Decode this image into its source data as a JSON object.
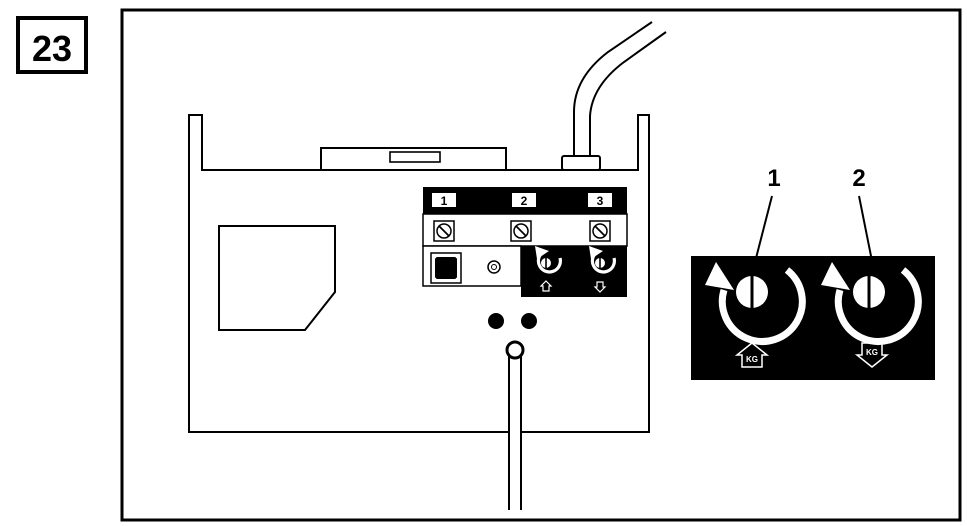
{
  "figure": {
    "number": "23"
  },
  "panel": {
    "slot_labels": [
      "1",
      "2",
      "3"
    ]
  },
  "callouts": {
    "label_1": "1",
    "label_2": "2",
    "weight_text": "KG"
  },
  "colors": {
    "ink": "#000000",
    "paper": "#ffffff"
  },
  "icons": [
    "rotate-clockwise-icon",
    "weight-up-arrow-icon",
    "weight-down-arrow-icon",
    "screw-icon",
    "button-icon",
    "led-icon"
  ]
}
